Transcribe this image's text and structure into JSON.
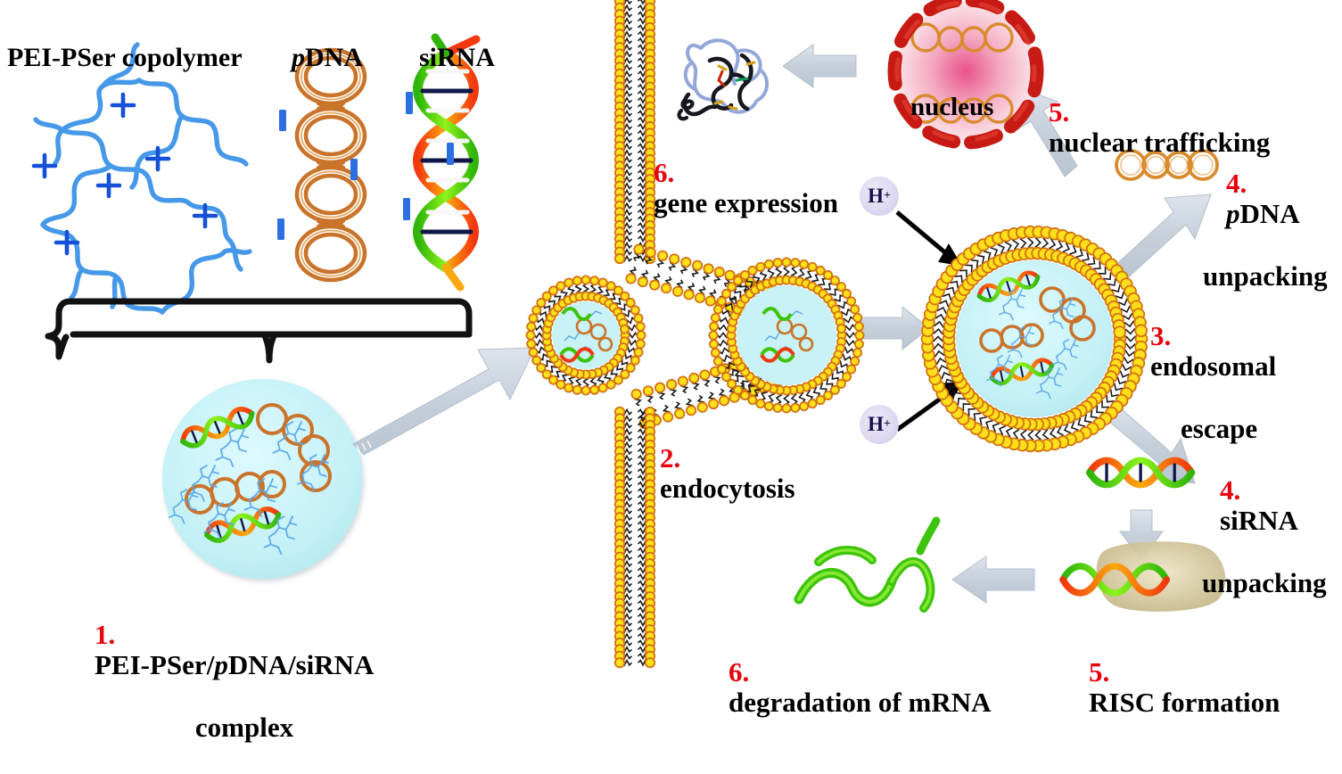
{
  "figure": {
    "title": "PEI-PSer/pDNA/siRNA polyplex gene and siRNA delivery pathway",
    "type": "biological-pathway-diagram"
  },
  "legend_labels": {
    "polymer": "PEI-PSer copolymer",
    "pdna_prefix": "p",
    "pdna_rest": "DNA",
    "sirna": "siRNA"
  },
  "steps": [
    {
      "number": "1.",
      "text": "PEI-PSer/pDNA/siRNA\ncomplex",
      "color": "#e8000d"
    },
    {
      "number": "2.",
      "text": "endocytosis",
      "color": "#e8000d"
    },
    {
      "number": "3.",
      "text": "endosomal\nescape",
      "color": "#e8000d"
    },
    {
      "number": "4.",
      "text": "pDNA\nunpacking",
      "color": "#e8000d"
    },
    {
      "number": "4.",
      "text": "siRNA\nunpacking",
      "color": "#e8000d"
    },
    {
      "number": "5.",
      "text": "nuclear trafficking",
      "color": "#e8000d"
    },
    {
      "number": "5.",
      "text": "RISC formation",
      "color": "#e8000d"
    },
    {
      "number": "6.",
      "text": "gene expression",
      "color": "#e8000d"
    },
    {
      "number": "6.",
      "text": "degradation of mRNA",
      "color": "#e8000d"
    }
  ],
  "labels": {
    "step1_num": "1.",
    "step1_a": "PEI-PSer/",
    "step1_p": "p",
    "step1_b": "DNA/siRNA",
    "step1_line2": "complex",
    "step2_num": "2.",
    "step2_text": "endocytosis",
    "step3_num": "3.",
    "step3_line1": "endosomal",
    "step3_line2": "escape",
    "step4a_num": "4.",
    "step4a_p": "p",
    "step4a_rest": "DNA",
    "step4a_line2": "unpacking",
    "step4b_num": "4.",
    "step4b_rest": "siRNA",
    "step4b_line2": "unpacking",
    "step5a_num": "5.",
    "step5a_text": "nuclear trafficking",
    "step5b_num": "5.",
    "step5b_text": "RISC formation",
    "step6a_num": "6.",
    "step6a_text": "gene expression",
    "step6b_num": "6.",
    "step6b_text": "degradation of mRNA",
    "nucleus": "nucleus",
    "proton": "H",
    "proton_charge": "+",
    "charge_plus": "+"
  },
  "colors": {
    "step_number_red": "#e8000d",
    "text_black": "#000000",
    "polymer_blue": "#2e86e0",
    "charge_blue": "#1550d8",
    "pdna_orange": "#c9742a",
    "sirna_green": "#3cc40a",
    "sirna_red": "#ee3a10",
    "sirna_orange": "#f59a10",
    "membrane_head": "#ffe01a",
    "membrane_head_edge": "#d4700f",
    "membrane_tail": "#1a1a1a",
    "complex_fill": "#c8f2f5",
    "nucleus_envelope": "#c81a14",
    "nucleus_core": "#f3b8c8",
    "nucleus_core_center": "#e8528a",
    "arrow_gray": "#c9d3dd",
    "proton_circle": "#ddd8f0",
    "risc_blob": "#cbbd8e",
    "protein_blue": "#93a8d8",
    "protein_dark": "#15181e"
  },
  "counts": {
    "polymer_plus_charges": 6,
    "pdna_loops": 4,
    "nucleus_envelope_segments": 14,
    "nucleus_pdna_rings": 8
  }
}
